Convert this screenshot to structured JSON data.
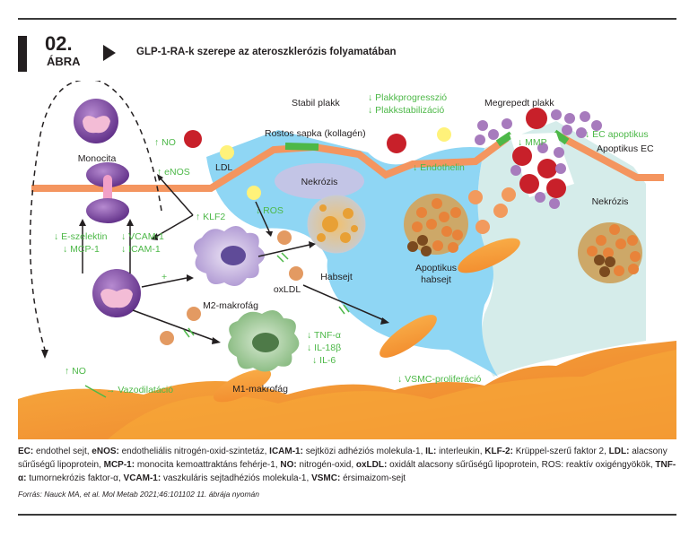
{
  "header": {
    "figure_number": "02.",
    "figure_word": "ÁBRA",
    "title": "GLP-1-RA-k szerepe az ateroszklerózis folyamatában"
  },
  "diagram": {
    "labels": {
      "monocita": "Monocita",
      "ldl": "LDL",
      "stabil_plakk": "Stabil plakk",
      "rostos_sapka": "Rostos sapka (kollagén)",
      "megrepedt_plakk": "Megrepedt plakk",
      "apoptikus_ec": "Apoptikus EC",
      "nekrozis_1": "Nekrózis",
      "nekrozis_2": "Nekrózis",
      "habsejt": "Habsejt",
      "apoptikus_habsejt_1": "Apoptikus",
      "apoptikus_habsejt_2": "habsejt",
      "oxldl": "oxLDL",
      "m2_makrofag": "M2-makrofág",
      "m1_makrofag": "M1-makrofág"
    },
    "effects": {
      "no_up_top": "↑ NO",
      "enos_up": "↑ eNOS",
      "klf2_up": "↑ KLF2",
      "e_szelektin": "↓ E-szelektin",
      "mcp1": "↓ MCP-1",
      "vcam1": "↓ VCAM-1",
      "icam1": "↓ ICAM-1",
      "plus": "+",
      "ros": "↓ ROS",
      "plakkprogresszio": "↓ Plakkprogresszió",
      "plakkstabilizacio": "↓ Plakkstabilizáció",
      "endothelin": "↓ Endothelin",
      "mmp": "↓ MMP",
      "ec_apoptikus": "↓ EC apoptikus",
      "tnf": "↓ TNF-α",
      "il18": "↓ IL-18β",
      "il6": "↓ IL-6",
      "no_up_bottom": "↑ NO",
      "vazodilatacio": "→ Vazodilatáció",
      "vsmc": "↓ VSMC-proliferáció"
    },
    "colors": {
      "endothelium": "#f4955f",
      "fibrous_cap": "#4db848",
      "plaque_lumen": "#8fd6f4",
      "ruptured_area": "#d5ecea",
      "necrosis": "#c3c5e6",
      "ldl": "#fff27a",
      "rbc": "#c8202a",
      "platelet": "#a77bbd",
      "oxldl": "#e39a62",
      "monocyte": "#7b4aa3",
      "m2": "#b49fd3",
      "m1": "#8bc084",
      "smooth_muscle": "#f29a33",
      "text_green": "#4db848"
    }
  },
  "legend": {
    "items": [
      {
        "abbr": "EC:",
        "text": " endothel sejt, "
      },
      {
        "abbr": "eNOS:",
        "text": " endotheliális nitrogén-oxid-szintetáz, "
      },
      {
        "abbr": "ICAM-1:",
        "text": " sejtközi adhéziós molekula-1, "
      },
      {
        "abbr": "IL:",
        "text": " interleukin, "
      },
      {
        "abbr": "KLF-2:",
        "text": " Krüppel-szerű faktor 2, "
      },
      {
        "abbr": "LDL:",
        "text": " alacsony sűrűségű lipoprotein, "
      },
      {
        "abbr": "MCP-1:",
        "text": " monocita kemoattraktáns fehérje-1, "
      },
      {
        "abbr": "NO:",
        "text": " nitrogén-oxid, "
      },
      {
        "abbr": "oxLDL:",
        "text": " oxidált alacsony sűrűségű lipoprotein, "
      },
      {
        "abbr": "",
        "text": "ROS: reaktív oxigéngyökök, "
      },
      {
        "abbr": "TNF-α:",
        "text": " tumornekrózis faktor-α, "
      },
      {
        "abbr": "VCAM-1:",
        "text": " vaszkuláris sejtadhéziós molekula-1, "
      },
      {
        "abbr": "VSMC:",
        "text": " érsimaizom-sejt"
      }
    ],
    "source": "Forrás: Nauck MA, et al. Mol Metab 2021;46:101102 11. ábrája nyomán"
  }
}
